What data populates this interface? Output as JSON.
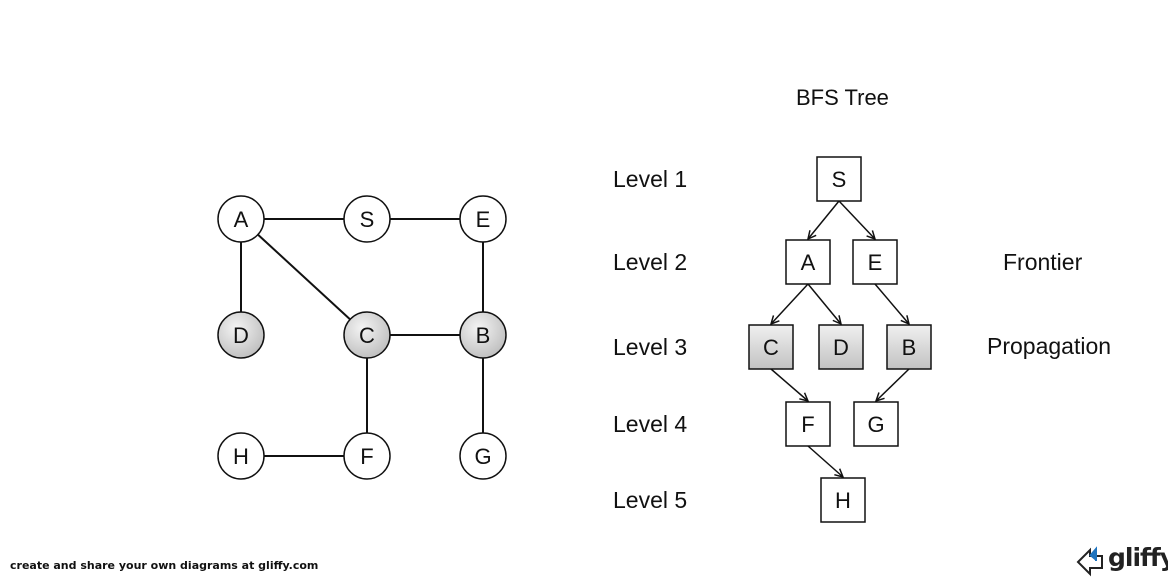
{
  "title": "BFS Tree",
  "levels": [
    "Level 1",
    "Level 2",
    "Level 3",
    "Level 4",
    "Level 5"
  ],
  "annotations": {
    "frontier": "Frontier",
    "propagation": "Propagation"
  },
  "graph": {
    "nodes": [
      {
        "id": "A",
        "shaded": false
      },
      {
        "id": "S",
        "shaded": false
      },
      {
        "id": "E",
        "shaded": false
      },
      {
        "id": "D",
        "shaded": true
      },
      {
        "id": "C",
        "shaded": true
      },
      {
        "id": "B",
        "shaded": true
      },
      {
        "id": "H",
        "shaded": false
      },
      {
        "id": "F",
        "shaded": false
      },
      {
        "id": "G",
        "shaded": false
      }
    ],
    "edges": [
      [
        "A",
        "S"
      ],
      [
        "S",
        "E"
      ],
      [
        "A",
        "D"
      ],
      [
        "A",
        "C"
      ],
      [
        "C",
        "B"
      ],
      [
        "E",
        "B"
      ],
      [
        "C",
        "F"
      ],
      [
        "B",
        "G"
      ],
      [
        "H",
        "F"
      ]
    ]
  },
  "tree": {
    "nodes": [
      {
        "id": "S",
        "level": 1,
        "shaded": false
      },
      {
        "id": "A",
        "level": 2,
        "shaded": false
      },
      {
        "id": "E",
        "level": 2,
        "shaded": false
      },
      {
        "id": "C",
        "level": 3,
        "shaded": true
      },
      {
        "id": "D",
        "level": 3,
        "shaded": true
      },
      {
        "id": "B",
        "level": 3,
        "shaded": true
      },
      {
        "id": "F",
        "level": 4,
        "shaded": false
      },
      {
        "id": "G",
        "level": 4,
        "shaded": false
      },
      {
        "id": "H",
        "level": 5,
        "shaded": false
      }
    ],
    "edges": [
      [
        "S",
        "A"
      ],
      [
        "S",
        "E"
      ],
      [
        "A",
        "C"
      ],
      [
        "A",
        "D"
      ],
      [
        "E",
        "B"
      ],
      [
        "C",
        "F"
      ],
      [
        "B",
        "G"
      ],
      [
        "F",
        "H"
      ]
    ]
  },
  "footer": "create and share your own diagrams at gliffy.com",
  "logo": "gliffy",
  "colors": {
    "shade_top": "#f4f4f4",
    "shade_bottom": "#bdbdbd",
    "stroke": "#111111"
  }
}
